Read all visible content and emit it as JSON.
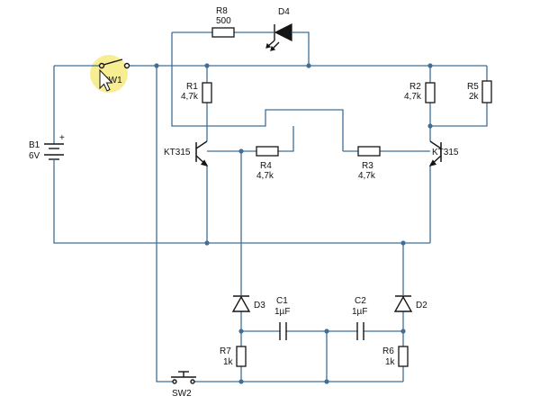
{
  "components": {
    "r8": {
      "name": "R8",
      "value": "500"
    },
    "d4": {
      "name": "D4"
    },
    "r1": {
      "name": "R1",
      "value": "4,7k"
    },
    "r2": {
      "name": "R2",
      "value": "4,7k"
    },
    "r5": {
      "name": "R5",
      "value": "2k"
    },
    "r4": {
      "name": "R4",
      "value": "4,7k"
    },
    "r3": {
      "name": "R3",
      "value": "4,7k"
    },
    "q1": {
      "name": "KT315"
    },
    "q2": {
      "name": "KT315"
    },
    "b1": {
      "name": "B1",
      "value": "6V",
      "plus": "+"
    },
    "sw1": {
      "name": "SW1"
    },
    "sw2": {
      "name": "SW2"
    },
    "d3": {
      "name": "D3"
    },
    "d2": {
      "name": "D2"
    },
    "c1": {
      "name": "C1",
      "value": "1µF"
    },
    "c2": {
      "name": "C2",
      "value": "1µF"
    },
    "r7": {
      "name": "R7",
      "value": "1k"
    },
    "r6": {
      "name": "R6",
      "value": "1k"
    }
  },
  "colors": {
    "wire": "#3f6f97",
    "symbol": "#151515",
    "cursor_highlight": "#f6ea80"
  }
}
